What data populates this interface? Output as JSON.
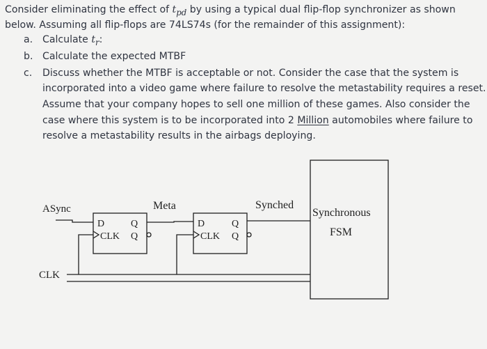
{
  "problem": {
    "intro_line1_start": "Consider eliminating the effect of ",
    "tpd_main": "t",
    "tpd_sub": "pd",
    "intro_line1_end": " by using a typical dual flip-flop synchronizer as shown",
    "intro_line2": "below. Assuming all flip-flops are 74LS74s (for the remainder of this assignment):",
    "item_a_marker": "a.",
    "item_a_text": "Calculate ",
    "tr_main": "t",
    "tr_sub": "r",
    "item_a_colon": ":",
    "item_b_marker": "b.",
    "item_b_text": "Calculate the expected MTBF",
    "item_c_marker": "c.",
    "item_c_line1": "Discuss whether the MTBF is acceptable or not.  Consider the case that the system is",
    "item_c_line2": "incorporated into a video game where failure to resolve the metastability requires a reset.",
    "item_c_line3": "Assume that your company hopes to sell one million of these games.  Also consider the",
    "item_c_line4_start": "case where this system is to be incorporated into 2 ",
    "item_c_line4_link": "Million",
    "item_c_line4_end": " automobiles where failure to",
    "item_c_line5": "resolve a metastability results in the airbags deploying."
  },
  "diagram": {
    "async_label": "ASync",
    "clk_label": "CLK",
    "meta_label": "Meta",
    "synched_label": "Synched",
    "ff1": {
      "d": "D",
      "q": "Q",
      "clk": "CLK",
      "qbar": "Q"
    },
    "ff2": {
      "d": "D",
      "q": "Q",
      "clk": "CLK",
      "qbar": "Q"
    },
    "fsm_line1": "Synchronous",
    "fsm_line2": "FSM"
  },
  "colors": {
    "text": "#2f3440",
    "line": "#1f1f1f",
    "background": "#f3f3f2"
  }
}
